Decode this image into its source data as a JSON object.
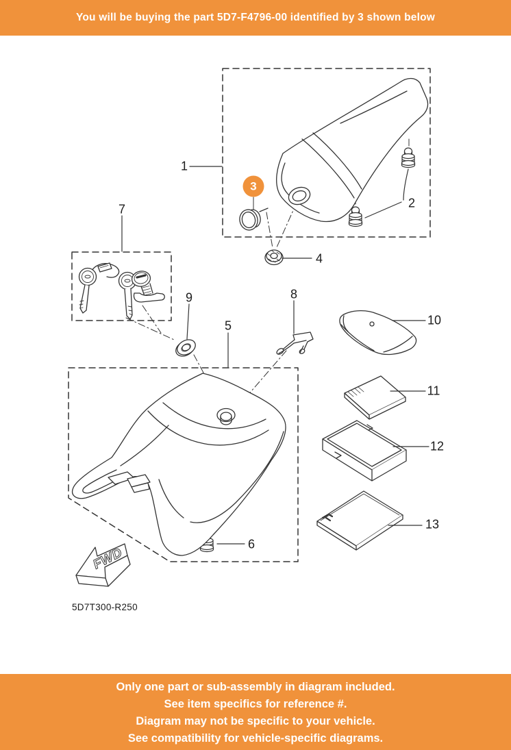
{
  "banner": {
    "text": "You will be buying the part 5D7-F4796-00 identified by 3 shown below"
  },
  "diagram": {
    "code": "5D7T300-R250",
    "fwd_label": "FWD",
    "highlight": {
      "label": "3",
      "part_number": "5D7-F4796-00"
    },
    "callouts": [
      {
        "label": "1"
      },
      {
        "label": "2"
      },
      {
        "label": "4"
      },
      {
        "label": "5"
      },
      {
        "label": "6"
      },
      {
        "label": "7"
      },
      {
        "label": "8"
      },
      {
        "label": "9"
      },
      {
        "label": "10"
      },
      {
        "label": "11"
      },
      {
        "label": "12"
      },
      {
        "label": "13"
      }
    ]
  },
  "footer": {
    "lines": [
      "Only one part or sub-assembly in diagram included.",
      "See item specifics for reference #.",
      "Diagram may not be specific to your vehicle.",
      "See compatibility for vehicle-specific diagrams."
    ]
  },
  "colors": {
    "accent": "#F0923B",
    "banner_text": "#FFFFFF",
    "line_art": "#333333"
  },
  "icons": {
    "fwd_arrow": "arrow-pointing-forward-lower-left"
  }
}
